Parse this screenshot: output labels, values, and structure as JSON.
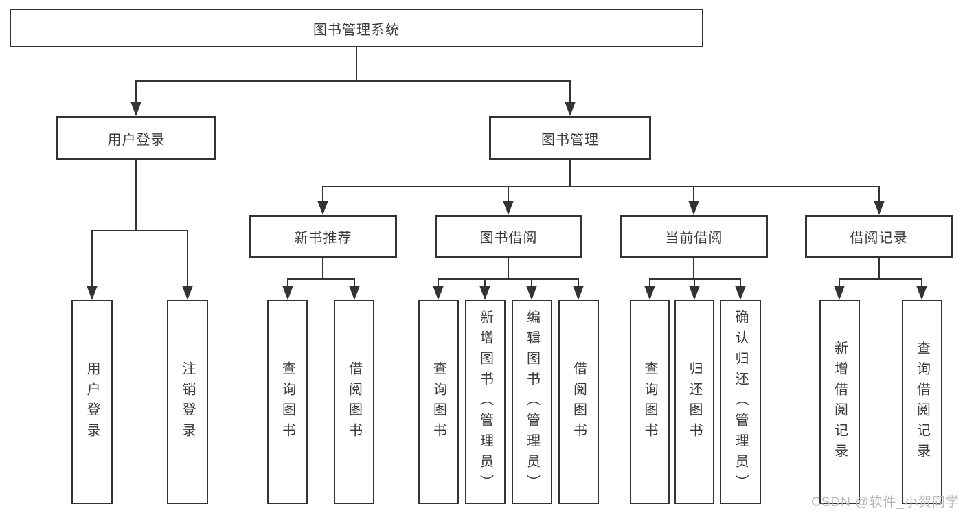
{
  "diagram": {
    "root": {
      "label": "图书管理系统"
    },
    "branches": [
      {
        "label": "用户登录",
        "children": [
          {
            "label": "用户登录"
          },
          {
            "label": "注销登录"
          }
        ]
      },
      {
        "label": "图书管理",
        "children": [
          {
            "label": "新书推荐",
            "children": [
              {
                "label": "查询图书"
              },
              {
                "label": "借阅图书"
              }
            ]
          },
          {
            "label": "图书借阅",
            "children": [
              {
                "label": "查询图书"
              },
              {
                "label": "新增图书（管理员）"
              },
              {
                "label": "编辑图书（管理员）"
              },
              {
                "label": "借阅图书"
              }
            ]
          },
          {
            "label": "当前借阅",
            "children": [
              {
                "label": "查询图书"
              },
              {
                "label": "归还图书"
              },
              {
                "label": "确认归还（管理员）"
              }
            ]
          },
          {
            "label": "借阅记录",
            "children": [
              {
                "label": "新增借阅记录"
              },
              {
                "label": "查询借阅记录"
              }
            ]
          }
        ]
      }
    ]
  },
  "watermark": {
    "text": "CSDN @软件_小贺同学"
  },
  "colors": {
    "line": "#333333",
    "box_border": "#333333",
    "text": "#3a3a3a",
    "watermark": "#b9b9b9",
    "background": "#ffffff"
  }
}
